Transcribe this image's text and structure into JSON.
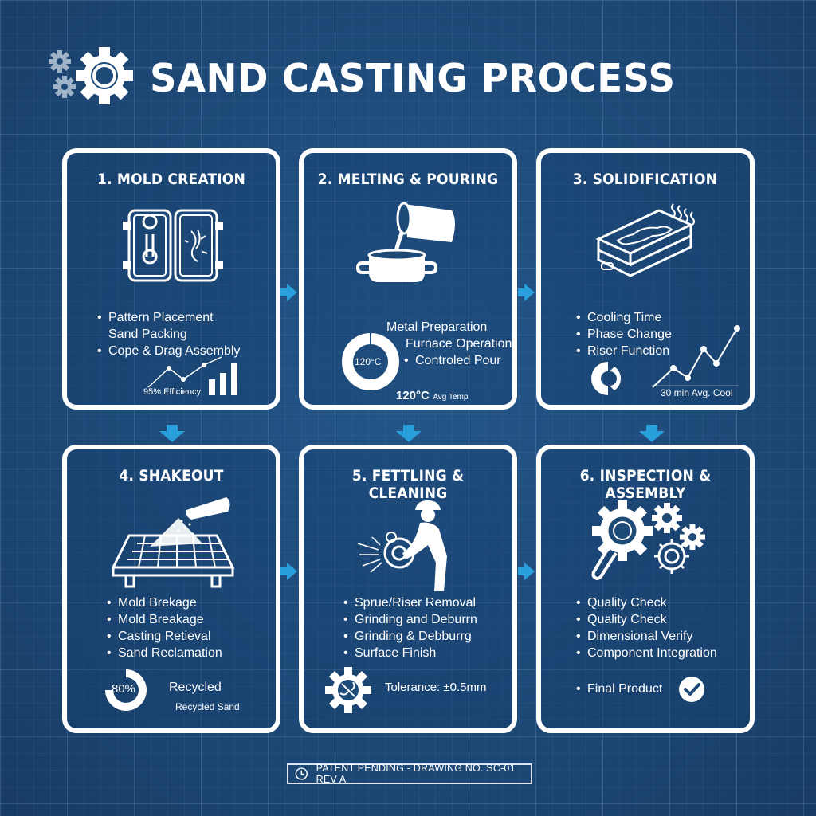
{
  "header": {
    "title": "SAND CASTING PROCESS",
    "icon": "gears-icon"
  },
  "colors": {
    "background": "#1e4a78",
    "grid_line": "#8cb4dc",
    "panel_border": "#ffffff",
    "arrow": "#29a0dc",
    "text": "#ffffff"
  },
  "steps": [
    {
      "title": "1. MOLD CREATION",
      "icon": "mold-halves-icon",
      "bullets": [
        {
          "bullet": "•",
          "text": "Pattern Placement"
        },
        {
          "bullet": "",
          "text": "Sand Packing"
        },
        {
          "bullet": "•",
          "text": "Cope & Drag Assembly"
        }
      ],
      "metric": {
        "label": "95% Efficiency",
        "icon": "line-bar-chart-icon"
      }
    },
    {
      "title": "2. MELTING & POURING",
      "icon": "crucible-pouring-icon",
      "bullets": [
        {
          "bullet": "",
          "text": "Metal Preparation"
        },
        {
          "bullet": "",
          "text": "Furnace Operation"
        },
        {
          "bullet": "•",
          "text": "Controled Pour"
        }
      ],
      "gauge_label": "120°C",
      "metric": {
        "value": "120°C",
        "label": "Avg Temp"
      }
    },
    {
      "title": "3. SOLIDIFICATION",
      "icon": "cooling-mold-icon",
      "bullets": [
        {
          "bullet": "•",
          "text": "Cooling Time"
        },
        {
          "bullet": "•",
          "text": "Phase Change"
        },
        {
          "bullet": "•",
          "text": "Riser Function"
        }
      ],
      "metric": {
        "label": "30 min Avg. Cool",
        "icon": "line-chart-icon"
      }
    },
    {
      "title": "4. SHAKEOUT",
      "icon": "shakeout-grate-icon",
      "bullets": [
        {
          "bullet": "•",
          "text": "Mold Brekage"
        },
        {
          "bullet": "•",
          "text": "Mold Breakage"
        },
        {
          "bullet": "•",
          "text": "Casting Retieval"
        },
        {
          "bullet": "•",
          "text": "Sand Reclamation"
        }
      ],
      "gauge_label": "80%",
      "metric": {
        "label": "Recycled",
        "sublabel": "Recycled Sand"
      }
    },
    {
      "title": "5. FETTLING & CLEANING",
      "icon": "worker-grinding-icon",
      "bullets": [
        {
          "bullet": "•",
          "text": "Sprue/Riser Removal"
        },
        {
          "bullet": "•",
          "text": "Grinding and Deburrn"
        },
        {
          "bullet": "•",
          "text": "Grinding & Debburrg"
        },
        {
          "bullet": "•",
          "text": "Surface Finish"
        }
      ],
      "metric": {
        "label": "Tolerance: ±0.5mm",
        "icon": "gear-caliper-icon"
      }
    },
    {
      "title": "6. INSPECTION & ASSEMBLY",
      "icon": "magnifier-gears-icon",
      "bullets": [
        {
          "bullet": "•",
          "text": "Quality Check"
        },
        {
          "bullet": "•",
          "text": "Quality Check"
        },
        {
          "bullet": "•",
          "text": "Dimensional Verify"
        },
        {
          "bullet": "•",
          "text": "Component Integration"
        }
      ],
      "metric": {
        "label": "Final Product",
        "bullet": "•",
        "icon": "checkmark-icon"
      }
    }
  ],
  "footer": {
    "text": "PATENT PENDING - DRAWING NO. SC-01 REV A",
    "icon": "clock-icon"
  }
}
